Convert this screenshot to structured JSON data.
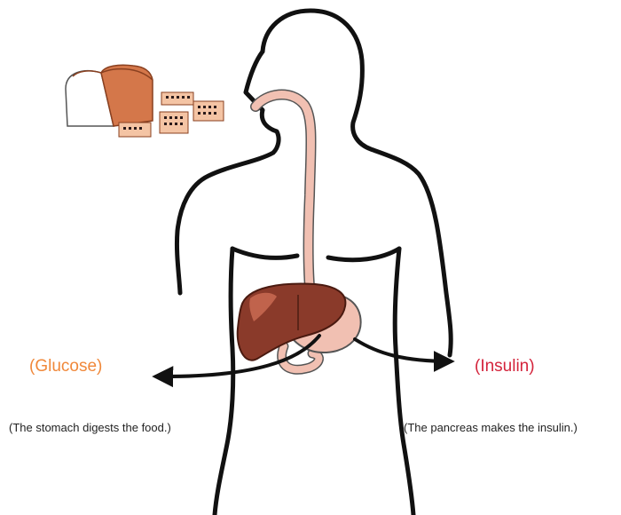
{
  "labels": {
    "glucose": "(Glucose)",
    "insulin": "(Insulin)",
    "stomach_caption": "(The stomach digests the food.)",
    "pancreas_caption": "(The pancreas makes the insulin.)"
  },
  "colors": {
    "glucose": "#f0883a",
    "insulin": "#d4243c",
    "outline": "#111111",
    "liver": "#8a3a2a",
    "stomach": "#f1c0b2",
    "bread_crust": "#d4774a",
    "sugar_cube": "#f4c4a4"
  },
  "icons": {
    "bread": "bread-loaf-icon",
    "sugar": "sugar-cubes-icon"
  }
}
